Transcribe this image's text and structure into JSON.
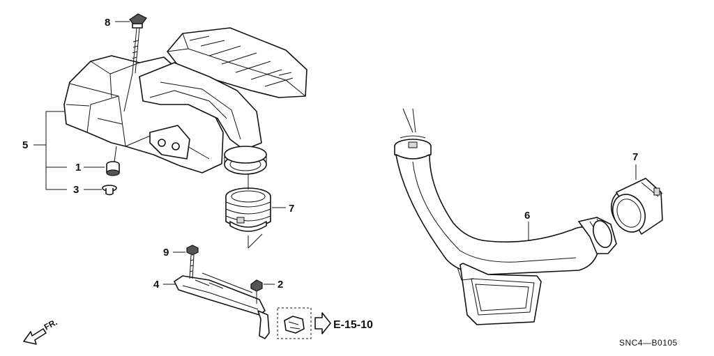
{
  "diagram": {
    "callouts": [
      {
        "id": "8",
        "label": "8"
      },
      {
        "id": "5",
        "label": "5"
      },
      {
        "id": "1",
        "label": "1"
      },
      {
        "id": "3",
        "label": "3"
      },
      {
        "id": "7a",
        "label": "7"
      },
      {
        "id": "9",
        "label": "9"
      },
      {
        "id": "4",
        "label": "4"
      },
      {
        "id": "2",
        "label": "2"
      },
      {
        "id": "6",
        "label": "6"
      },
      {
        "id": "7b",
        "label": "7"
      }
    ],
    "reference": "E-15-10",
    "direction_label": "FR.",
    "diagram_code": "SNC4—B0105"
  },
  "colors": {
    "line": "#111111",
    "fill": "#ffffff",
    "shade": "#d8d8d8"
  }
}
